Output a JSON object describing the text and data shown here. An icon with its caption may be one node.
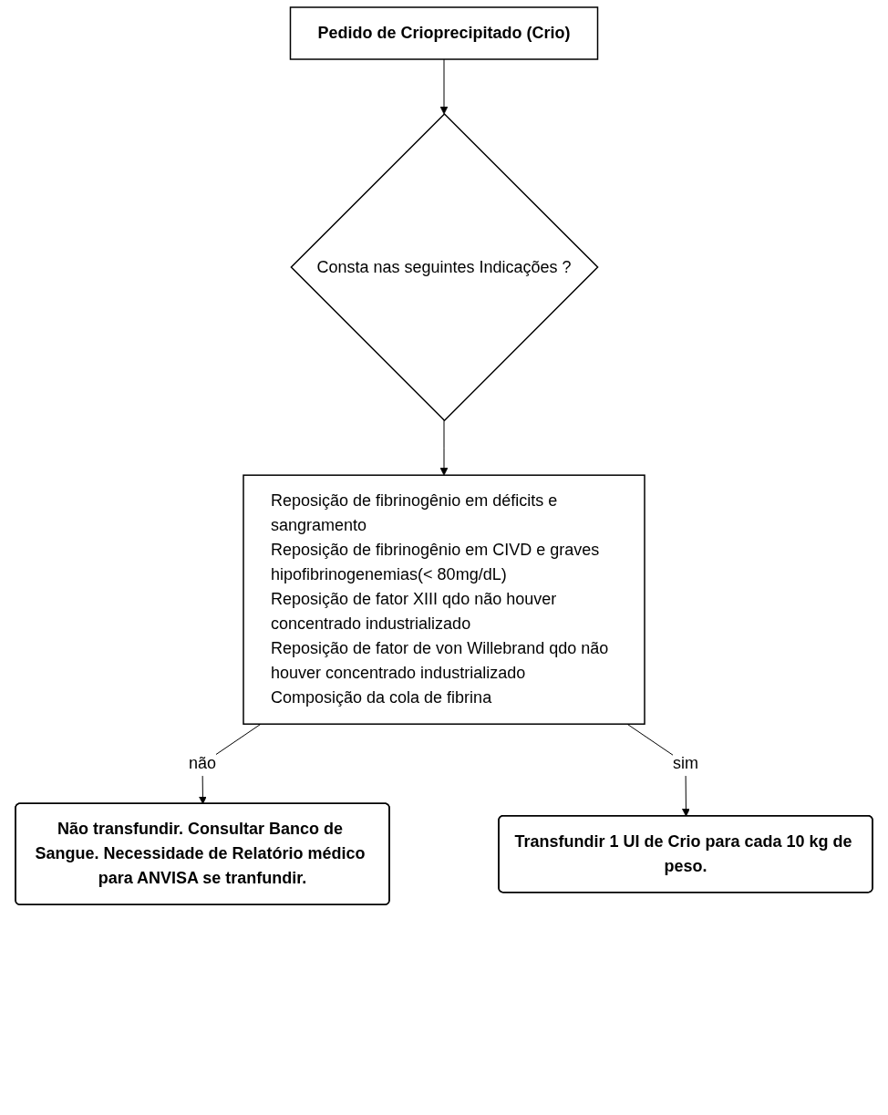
{
  "diagram": {
    "nodes": [
      {
        "text": [
          "Pedido de Crioprecipitado (Crio)"
        ]
      },
      {
        "text": [
          "Consta nas seguintes Indicações ?"
        ]
      },
      {
        "text": [
          "Reposição de fibrinogênio em déficits e sangramento",
          "Reposição de fibrinogênio em CIVD e graves hipofibrinogenemias(< 80mg/dL)",
          "Reposição de fator XIII qdo não houver concentrado industrializado",
          "Reposição de fator de von Willebrand qdo não houver concentrado industrializado",
          "Composição da cola de fibrina"
        ]
      },
      {
        "text": [
          "Não transfundir. Consultar Banco de Sangue. Necessidade de Relatório médico para ANVISA se tranfundir."
        ]
      },
      {
        "text": [
          "Transfundir 1 UI de Crio para cada 10 kg de peso."
        ]
      }
    ],
    "edges": [
      {
        "from": 0,
        "to": 1,
        "arrow": "to"
      },
      {
        "from": 1,
        "to": 2,
        "arrow": "to"
      },
      {
        "from": 2,
        "to": 3,
        "arrow": "to",
        "label": "não"
      },
      {
        "from": 2,
        "to": 4,
        "arrow": "to",
        "label": "sim"
      }
    ]
  }
}
